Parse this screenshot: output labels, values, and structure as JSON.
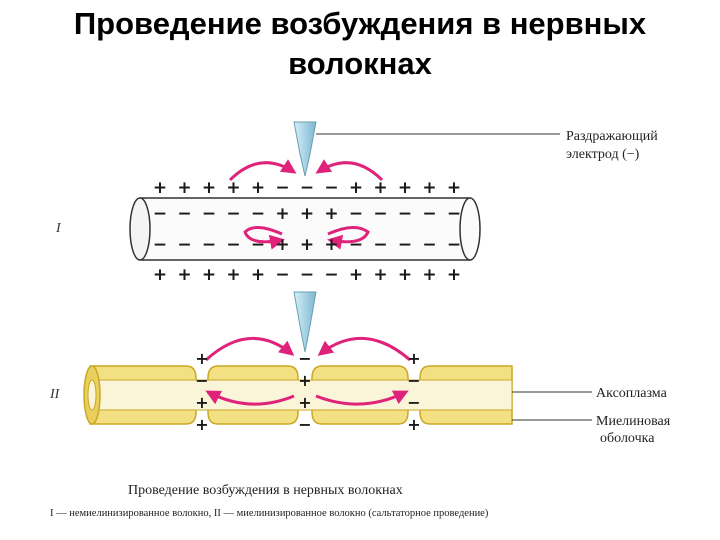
{
  "title": {
    "line1": "Проведение возбуждения в нервных",
    "line2": "волокнах"
  },
  "labels": {
    "electrode_line1": "Раздражающий",
    "electrode_line2": "электрод (−)",
    "axoplasm": "Аксоплазма",
    "myelin_line1": "Миелиновая",
    "myelin_line2": "оболочка",
    "roman_one": "I",
    "roman_two": "II"
  },
  "caption": {
    "main": "Проведение возбуждения в нервных волокнах",
    "legend": "I — немиелинизированное волокно, II — миелинизированное волокно (сальтаторное проведение)"
  },
  "signs": {
    "top_outer": [
      "+",
      "+",
      "+",
      "+",
      "+",
      "−",
      "−",
      "−",
      "+",
      "+",
      "+",
      "+",
      "+"
    ],
    "upper_inner": [
      "−",
      "−",
      "−",
      "−",
      "−",
      "+",
      "+",
      "+",
      "−",
      "−",
      "−",
      "−",
      "−"
    ],
    "lower_inner": [
      "−",
      "−",
      "−",
      "−",
      "−",
      "+",
      "+",
      "+",
      "−",
      "−",
      "−",
      "−",
      "−"
    ],
    "bottom_outer": [
      "+",
      "+",
      "+",
      "+",
      "+",
      "−",
      "−",
      "−",
      "+",
      "+",
      "+",
      "+",
      "+"
    ],
    "node_left": [
      "+",
      "−",
      "+",
      "+"
    ],
    "node_center": [
      "−",
      "+",
      "+",
      "−"
    ],
    "node_right": [
      "+",
      "−",
      "−",
      "+"
    ]
  },
  "colors": {
    "arrow": "#e0237a",
    "myelin": "#f2e083",
    "myelin_edge": "#c9a825",
    "axoplasm": "#faf4d8",
    "electrode": "#a8d3e6"
  }
}
